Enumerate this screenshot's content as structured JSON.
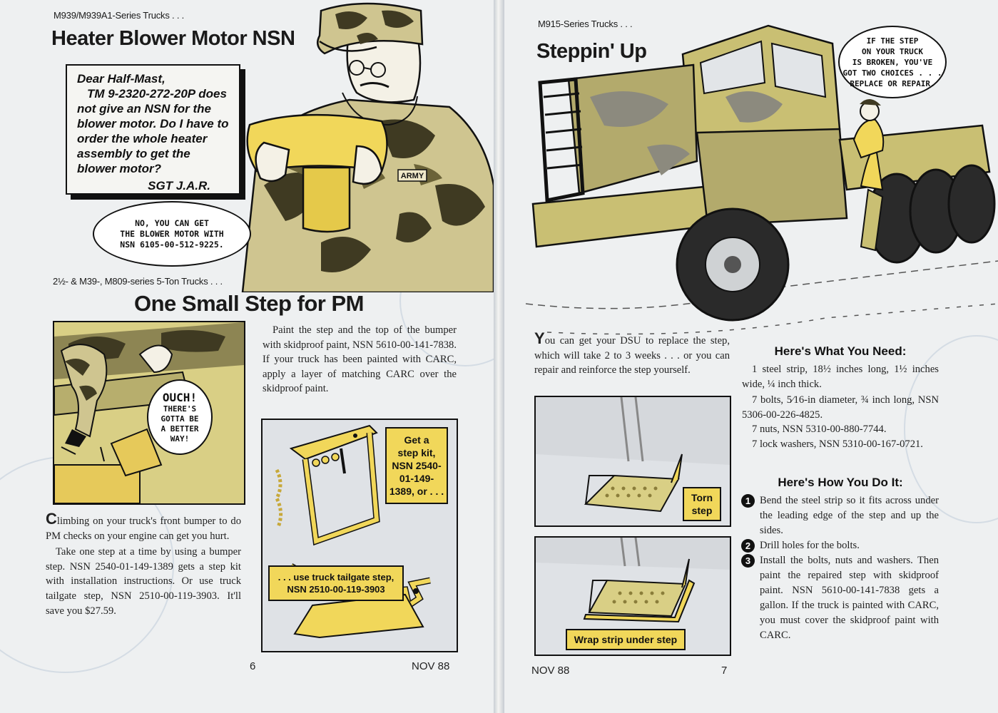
{
  "left_page": {
    "article1": {
      "series": "M939/M939A1-Series Trucks . . .",
      "title": "Heater Blower Motor NSN",
      "letter": {
        "lines": [
          "Dear Half-Mast,",
          "TM 9-2320-272-20P does",
          "not give an NSN for the",
          "blower motor. Do I have to",
          "order the whole heater",
          "assembly to get the",
          "blower motor?"
        ],
        "signature": "SGT J.A.R."
      },
      "reply_bubble": [
        "NO, YOU CAN GET",
        "THE BLOWER MOTOR WITH",
        "NSN 6105-00-512-9225."
      ],
      "patch_label": "ARMY"
    },
    "article2": {
      "series": "2½- & M39-, M809-series 5-Ton Trucks . . .",
      "title": "One Small Step for PM",
      "ouch_bubble": [
        "OUCH!",
        "THERE'S",
        "GOTTA BE",
        "A BETTER",
        "WAY!"
      ],
      "dropcap": "C",
      "para1_rest": "limbing on your truck's front bumper to do PM checks on your engine can get you hurt.",
      "para2": "Take one step at a time by using a bumper step. NSN 2540-01-149-1389 gets a step kit with installation instructions. Or use truck tailgate step, NSN 2510-00-119-3903. It'll save you $27.59.",
      "para3": "Paint the step and the top of the bumper with skidproof paint, NSN 5610-00-141-7838. If your truck has been painted with CARC, apply a layer of matching CARC over the skidproof paint.",
      "kit_caption": [
        "Get a",
        "step kit,",
        "NSN 2540-",
        "01-149-",
        "1389, or . . ."
      ],
      "tailgate_caption": [
        ". . . use truck tailgate step,",
        "NSN 2510-00-119-3903"
      ]
    },
    "page_number": "6",
    "date": "NOV 88"
  },
  "right_page": {
    "series": "M915-Series Trucks . . .",
    "title": "Steppin' Up",
    "bubble": [
      "IF THE STEP",
      "ON YOUR TRUCK",
      "IS BROKEN, YOU'VE",
      "GOT TWO CHOICES . . .",
      "REPLACE OR REPAIR."
    ],
    "dropcap": "Y",
    "intro_rest": "ou can get your DSU to replace the step, which will take 2 to 3 weeks . . . or you can repair and reinforce the step yourself.",
    "torn_caption": [
      "Torn",
      "step"
    ],
    "wrap_caption": "Wrap strip under step",
    "need_heading": "Here's What You Need:",
    "need_items": [
      "1 steel strip, 18½ inches long, 1½ inches wide, ¼ inch thick.",
      "7 bolts, 5⁄16-in diameter, ¾ inch long, NSN 5306-00-226-4825.",
      "7 nuts, NSN 5310-00-880-7744.",
      "7 lock washers, NSN 5310-00-167-0721."
    ],
    "how_heading": "Here's How You Do It:",
    "steps": [
      {
        "n": "1",
        "text": "Bend the steel strip so it fits across under the leading edge of the step and up the sides."
      },
      {
        "n": "2",
        "text": "Drill holes for the bolts."
      },
      {
        "n": "3",
        "text": "Install the bolts, nuts and washers. Then paint the repaired step with skidproof paint. NSN 5610-00-141-7838 gets a gallon. If the truck is painted with CARC, you must cover the skidproof paint with CARC."
      }
    ],
    "date": "NOV 88",
    "page_number": "7"
  },
  "colors": {
    "yellow": "#f1d75a",
    "olive": "#c9bf73",
    "camo_dark": "#3f3a22",
    "ink": "#111111",
    "paper": "#eef0f1"
  }
}
